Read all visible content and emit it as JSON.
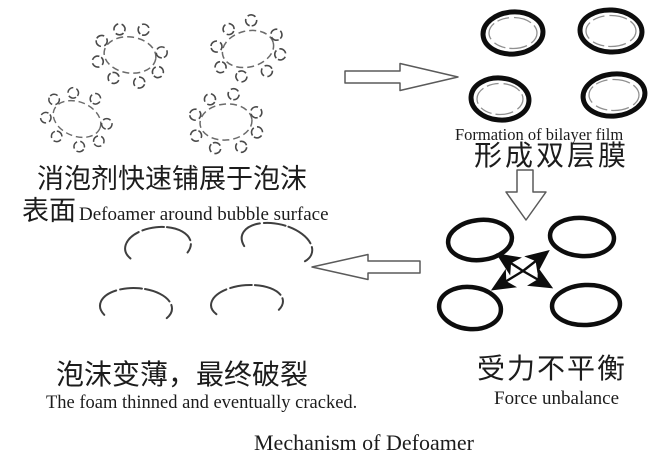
{
  "figure": {
    "caption": "Mechanism of Defoamer",
    "type": "process-diagram",
    "language": "zh-CN / en"
  },
  "stage_spread": {
    "cn_line1": "消泡剂快速铺展于泡沫",
    "cn_line2": "表面",
    "en": "Defoamer around bubble surface"
  },
  "stage_bilayer": {
    "en": "Formation of bilayer film",
    "cn": "形成双层膜"
  },
  "stage_force": {
    "cn": "受力不平衡",
    "en": "Force unbalance"
  },
  "stage_crack": {
    "cn": "泡沫变薄，最终破裂",
    "en": "The foam thinned and eventually cracked."
  },
  "icons": {
    "arrow_right": "hollow-right-arrow",
    "arrow_down": "hollow-down-arrow",
    "arrow_left": "hollow-left-arrow",
    "force_cross": "crossed-diagonal-outward-arrows",
    "bubble_cluster": "dashed-bubble-with-droplets",
    "bilayer_bubble": "thick-ring-with-inner-dashed-film",
    "cracked_bubble": "broken-open-arc"
  },
  "palette": {
    "ink": "#1c1c1c",
    "line": "#0d0d0d",
    "soft-line": "#4a4a4a",
    "arrow-outline": "#5a5a5a",
    "bg": "#ffffff"
  }
}
